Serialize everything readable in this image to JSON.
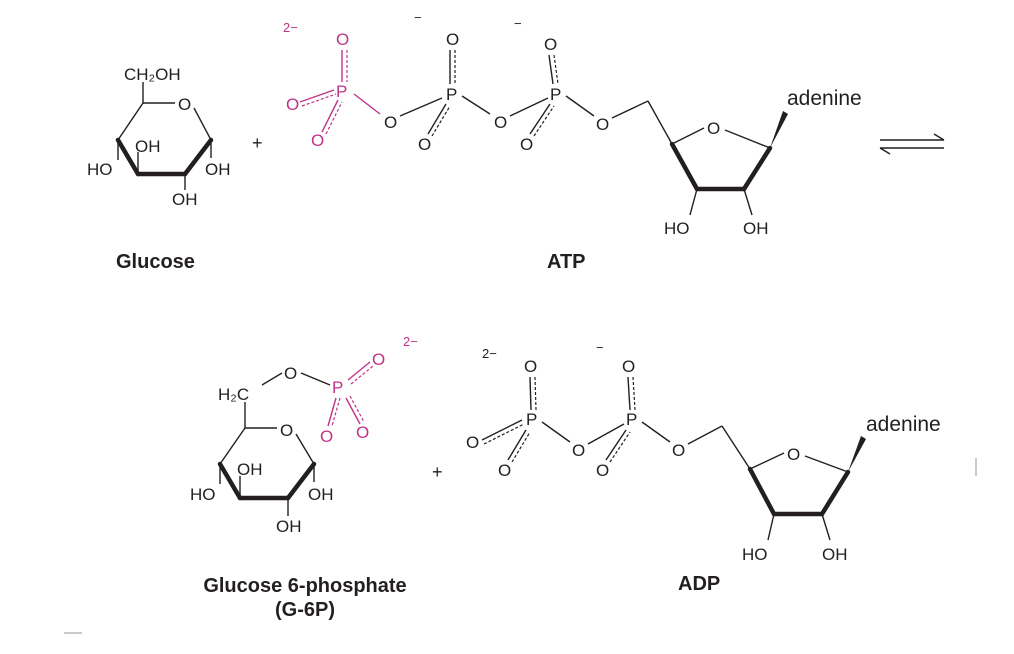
{
  "glucose": {
    "ch2oh": "CH₂OH",
    "ring_o": "O",
    "oh_upper": "OH",
    "ho_left": "HO",
    "oh_right": "OH",
    "oh_bottom": "OH",
    "name": "Glucose"
  },
  "plus_sign": "+",
  "atp": {
    "charge_2minus": "2−",
    "charge_minus": "−",
    "oxygen": "O",
    "phosphorus": "P",
    "adenine": "adenine",
    "ho": "HO",
    "oh": "OH",
    "name": "ATP"
  },
  "g6p": {
    "h2c": "H₂C",
    "bridge_o": "O",
    "phosphorus": "P",
    "oxygen": "O",
    "charge_2minus": "2−",
    "ring_o": "O",
    "oh_upper": "OH",
    "ho_left": "HO",
    "oh_right": "OH",
    "oh_bottom": "OH",
    "name_line1": "Glucose 6-phosphate",
    "name_line2": "(G-6P)"
  },
  "adp": {
    "charge_2minus": "2−",
    "charge_minus": "−",
    "oxygen": "O",
    "phosphorus": "P",
    "adenine": "adenine",
    "ho": "HO",
    "oh": "OH",
    "name": "ADP"
  },
  "colors": {
    "ink": "#231f20",
    "phosphate_highlight": "#c0338a"
  },
  "icons": {
    "equilibrium": "equilibrium-arrow-icon"
  }
}
